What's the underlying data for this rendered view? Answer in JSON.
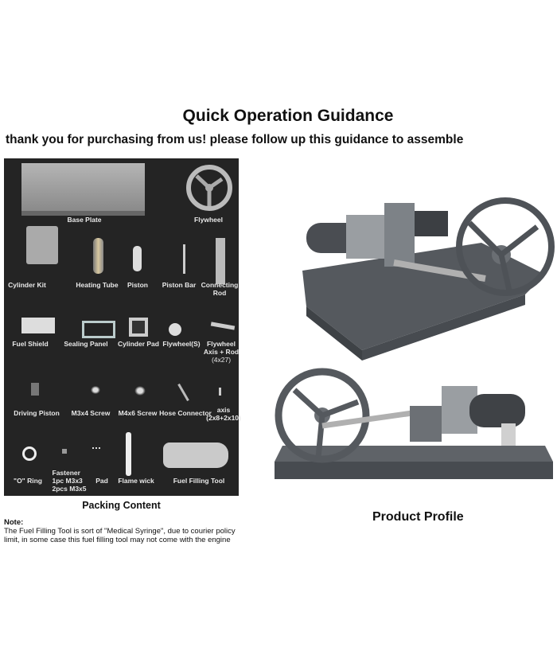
{
  "title": "Quick Operation Guidance",
  "subtitle": "thank you for purchasing from us! please follow up this guidance to assemble",
  "parts": [
    {
      "label": "Base Plate"
    },
    {
      "label": "Flywheel"
    },
    {
      "label": "Cylinder Kit"
    },
    {
      "label": "Heating Tube"
    },
    {
      "label": "Piston"
    },
    {
      "label": "Piston Bar"
    },
    {
      "label": "Connecting",
      "label2": "Rod"
    },
    {
      "label": "Fuel Shield"
    },
    {
      "label": "Sealing Panel"
    },
    {
      "label": "Cylinder Pad"
    },
    {
      "label": "Flywheel(S)"
    },
    {
      "label": "Flywheel",
      "label2": "Axis + Rod",
      "label3": "(4x27)"
    },
    {
      "label": "Driving Piston"
    },
    {
      "label": "M3x4 Screw"
    },
    {
      "label": "M4x6 Screw"
    },
    {
      "label": "Hose Connector"
    },
    {
      "label": "axis",
      "label2": "(2x8+2x10)"
    },
    {
      "label": "\"O\" Ring"
    },
    {
      "label": "Fastener",
      "label2": "1pc M3x3",
      "label3": "2pcs M3x5"
    },
    {
      "label": "Pad"
    },
    {
      "label": "Flame wick"
    },
    {
      "label": "Fuel Filling Tool"
    }
  ],
  "packing_caption": "Packing Content",
  "note_heading": "Note:",
  "note_text": "The Fuel Filling Tool is sort of \"Medical Syringe\", due to courier policy limit, in some case this fuel filling tool may not come with the engine",
  "product_caption": "Product Profile"
}
